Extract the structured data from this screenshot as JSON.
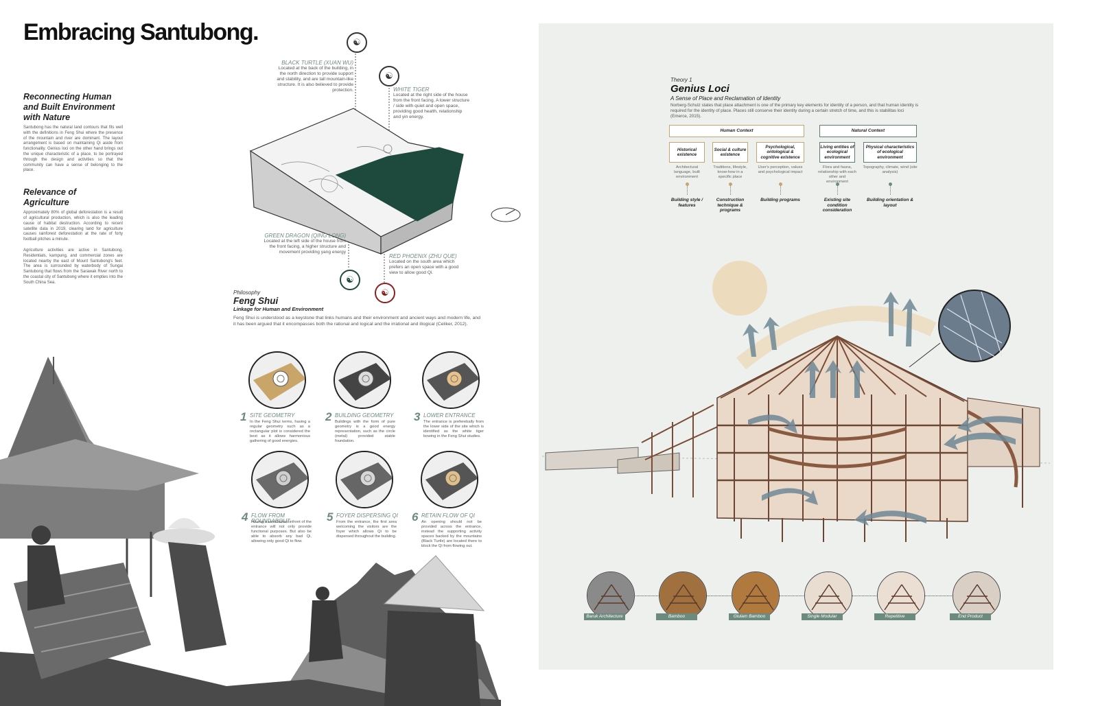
{
  "title": "Embracing Santubong.",
  "left": {
    "section1_heading": "Reconnecting Human and Built Environment with Nature",
    "section1_text": "Santubong has the natural land contours that fits well with the definitions in Feng Shui where the presence of the mountain and river are dominant. The layout arrangement is based on maintaining Qi aside from functionality. Genius loci on the other hand brings out the unique characteristic of a place, to be portrayed through the design and activities so that the community can have a sense of belonging to the place.",
    "section2_heading": "Relevance of Agriculture",
    "section2_text1": "Approximately 80% of global deforestation is a result of agricultural production, which is also the leading cause of habitat destruction. According to recent satellite data in 2019, clearing land for agriculture causes rainforest deforestation at the rate of forty football pitches a minute.",
    "section2_text2": "Agriculture activities are active in Santubong. Residentials, kampung, and commercial zones are located nearby the east of Mount Santubong's feet. The area is surrounded by waterbody of Sungai Santubong that flows from the Sarawak River north to the coastal city of Santubong where it empties into the South China Sea."
  },
  "fengshui": {
    "black_turtle_label": "BLACK TURTLE (XUAN WU)",
    "black_turtle_text": "Located at the back of the building, in the north direction to provide support and stability, and are tall mountain-like structure. It is also believed to provide protection.",
    "white_tiger_label": "WHITE TIGER",
    "white_tiger_text": "Located at the right side of the house from the front facing. A lower structure / side with quiet and open space, providing good health, relationship and yin energy.",
    "green_dragon_label": "GREEN DRAGON (QING LONG)",
    "green_dragon_text": "Located at the left side of the house from the front facing, a higher structure and movement providing yang energy",
    "red_phoenix_label": "RED PHOENIX (ZHU QUE)",
    "red_phoenix_text": "Located on the south area which prefers an open space with a good view to allow good Qi.",
    "philosophy_label": "Philosophy",
    "heading": "Feng Shui",
    "subheading": "Linkage for Human and Environment",
    "text": "Feng Shui is understood as a keystone that links humans and their environment and ancient ways and modern life, and it has been argued that it encompasses both the rational and logical and the irrational and illogical (Celiker, 2012)."
  },
  "steps": [
    {
      "num": "1",
      "title": "SITE GEOMETRY",
      "text": "In the Feng Shui terms, having a regular geometry such as a rectangular plot is considered the best as it allows harmonious gathering of good energies."
    },
    {
      "num": "2",
      "title": "BUILDING GEOMETRY",
      "text": "Buildings with the form of pure geometry is a good energy representation, such as the circle (metal) provided stable foundation."
    },
    {
      "num": "3",
      "title": "LOWER ENTRANCE",
      "text": "The entrance is preferebally from the lower side of the site which is identified as the white tiger bowing in the Feng Shui studies."
    },
    {
      "num": "4",
      "title": "FLOW FROM ROUNDABOUT",
      "text": "Having a roundabout infront of the entrance will not only provide functional purposes. But also be able to absorb any bad Qi, allowing only good Qi to flow."
    },
    {
      "num": "5",
      "title": "FOYER DISPERSING QI",
      "text": "From the entrance, the first area welcoming the visitors are the foyer which allows Qi to be dispersed throughout the building."
    },
    {
      "num": "6",
      "title": "RETAIN FLOW OF QI",
      "text": "An opening should not be provided across the entrance, instead the supporting activity spaces backed by the mountains (Black Turtle) are located there to block the Qi from flowing out."
    }
  ],
  "genius": {
    "theory_label": "Theory 1",
    "heading": "Genius Loci",
    "subheading": "A Sense of Place and Reclamation of Identity",
    "text": "Norberg-Schulz states that place attachment is one of the primary key elements for identity of a person, and that human identity is required for the identity of place. Places still conserve their identity during a certain stretch of time, and this is stabilitas loci (Emerce, 2015).",
    "human_context": "Human Context",
    "natural_context": "Natural Context",
    "columns": [
      {
        "box": "Historical existence",
        "desc": "Architectural language, built environment",
        "out": "Building style / features"
      },
      {
        "box": "Social & culture existence",
        "desc": "Traditions, lifestyle, know-how in a specific place",
        "out": "Construction technique & programs"
      },
      {
        "box": "Psychological, ontological & cognitive existence",
        "desc": "User's perception, values and psychological impact",
        "out": "Building programs"
      },
      {
        "box": "Living entities of ecological environment",
        "desc": "Flora and fauna, relationship with each other and environment",
        "out": "Existing site condition consideration"
      },
      {
        "box": "Physical characteristics of ecological environment",
        "desc": "Topography, climate, wind (site analysis)",
        "out": "Building orientation & layout"
      }
    ]
  },
  "evolution": [
    {
      "label": "Baruk Architecture"
    },
    {
      "label": "Bamboo"
    },
    {
      "label": "Glulam Bamboo"
    },
    {
      "label": "Single Modular"
    },
    {
      "label": "Repetitive"
    },
    {
      "label": "End Product"
    }
  ],
  "colors": {
    "accent_green": "#6d8a7f",
    "panel_bg": "#edf0ed",
    "sun": "#ecd8b8",
    "arrow": "#6f8996",
    "timber": "#8a5a40"
  }
}
